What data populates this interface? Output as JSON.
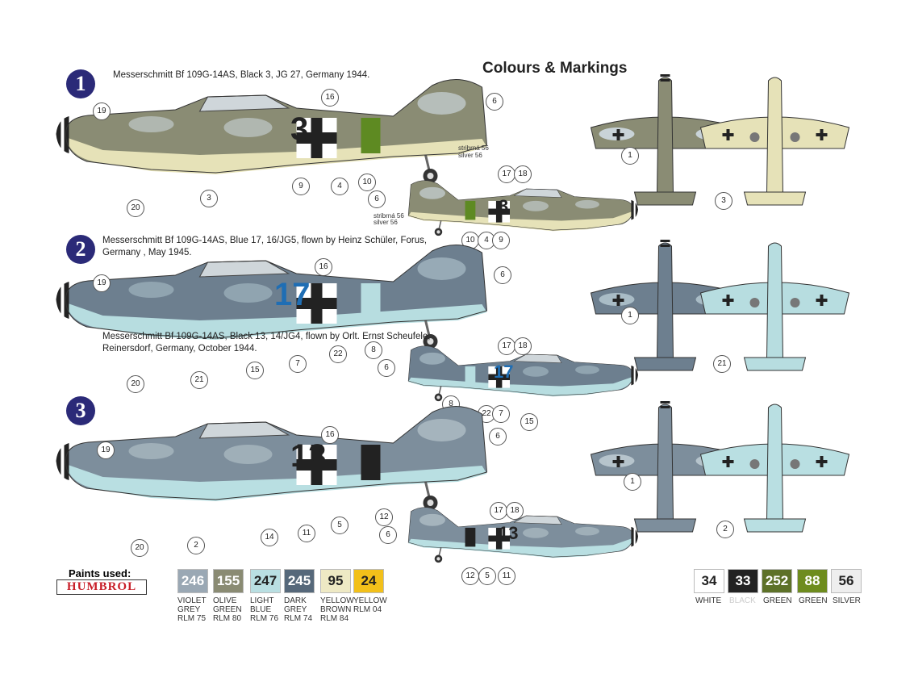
{
  "title": "Colours & Markings",
  "schemes": [
    {
      "num": "1",
      "caption": [
        "Messerschmitt Bf 109G-14AS, Black 3, JG 27, Germany 1944."
      ],
      "side_callouts": [
        "19",
        "16",
        "6",
        "9",
        "4",
        "10",
        "3",
        "20"
      ],
      "small_callouts": [
        "17",
        "18",
        "6",
        "10",
        "4",
        "9"
      ],
      "plan_callouts": [
        "1",
        "3"
      ],
      "code": "3",
      "colors": {
        "upper": "#8a8c74",
        "mottle": "#c9d3d8",
        "under": "#e6e2b8",
        "band": "#5e8a22",
        "code": "#222"
      }
    },
    {
      "num": "2",
      "caption": [
        "Messerschmitt Bf 109G-14AS, Blue 17, 16/JG5, flown by Heinz Schüler, Forus,",
        "Germany , May 1945."
      ],
      "side_callouts": [
        "19",
        "16",
        "6",
        "7",
        "22",
        "8",
        "15",
        "21",
        "20"
      ],
      "small_callouts": [
        "17",
        "18",
        "6",
        "8",
        "22",
        "7",
        "15"
      ],
      "plan_callouts": [
        "1",
        "21"
      ],
      "code": "17",
      "colors": {
        "upper": "#6d7f8f",
        "mottle": "#a9bcc6",
        "under": "#b7dde0",
        "band": "#b7dde0",
        "code": "#1f6eb4"
      }
    },
    {
      "num": "3",
      "caption": [
        "Messerschmitt Bf 109G-14AS, Black 13, 14/JG4, flown by Orlt.  Ernst Scheufele,",
        "Reinersdorf, Germany, October 1944."
      ],
      "side_callouts": [
        "19",
        "16",
        "6",
        "11",
        "5",
        "12",
        "14",
        "2",
        "20"
      ],
      "small_callouts": [
        "17",
        "18",
        "6",
        "12",
        "5",
        "11"
      ],
      "plan_callouts": [
        "1",
        "2"
      ],
      "code": "13",
      "colors": {
        "upper": "#7d8e9c",
        "mottle": "#b6c4cc",
        "under": "#b9dfe2",
        "band": "#222",
        "code": "#222"
      }
    }
  ],
  "silver_label": [
    "stribrná 56",
    "silver 56"
  ],
  "paints_used": "Paints used:",
  "brand": "HUMBROL",
  "paints": [
    {
      "code": "246",
      "name": [
        "VIOLET",
        "GREY",
        "RLM 75"
      ],
      "color": "#9aa8b4",
      "text": "#fff"
    },
    {
      "code": "155",
      "name": [
        "OLIVE",
        "GREEN",
        "RLM 80"
      ],
      "color": "#8a8b73",
      "text": "#fff"
    },
    {
      "code": "247",
      "name": [
        "LIGHT",
        "BLUE",
        "RLM 76"
      ],
      "color": "#b9dfe2",
      "text": "#222"
    },
    {
      "code": "245",
      "name": [
        "DARK",
        "GREY",
        "RLM 74"
      ],
      "color": "#56687a",
      "text": "#fff"
    },
    {
      "code": "95",
      "name": [
        "YELLOW",
        "BROWN",
        "RLM 84"
      ],
      "color": "#eee9c4",
      "text": "#222"
    },
    {
      "code": "24",
      "name": [
        "YELLOW",
        "RLM 04"
      ],
      "color": "#f2c01a",
      "text": "#222"
    },
    {
      "code": "34",
      "name": [
        "WHITE"
      ],
      "color": "#ffffff",
      "text": "#222"
    },
    {
      "code": "33",
      "name": [
        "BLACK"
      ],
      "color": "#222222",
      "text": "#fff"
    },
    {
      "code": "252",
      "name": [
        "GREEN"
      ],
      "color": "#5d7128",
      "text": "#fff"
    },
    {
      "code": "88",
      "name": [
        "GREEN"
      ],
      "color": "#6e8c1e",
      "text": "#fff"
    },
    {
      "code": "56",
      "name": [
        "SILVER"
      ],
      "color": "#eeeeee",
      "text": "#222"
    }
  ]
}
